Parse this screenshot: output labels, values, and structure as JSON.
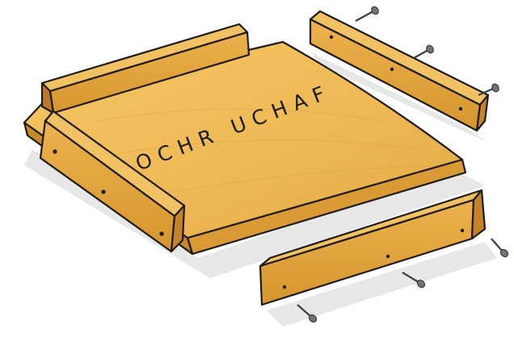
{
  "illustration": {
    "label": "OCHR UCHAF",
    "colors": {
      "wood_light": "#f0c060",
      "wood_mid": "#e2a53f",
      "wood_dark": "#c98a2c",
      "wood_end": "#b47422",
      "outline": "#1f1a14",
      "shadow": "#dcdcdc",
      "screw": "#6f747a"
    },
    "parts": [
      "panel",
      "back-batten",
      "front-batten",
      "loose-batten-top",
      "loose-batten-bottom",
      "screws"
    ]
  }
}
